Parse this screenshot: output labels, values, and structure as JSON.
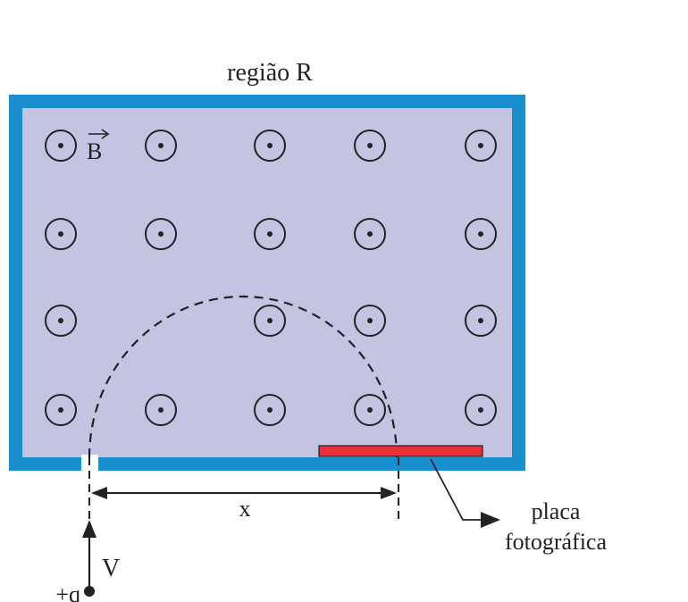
{
  "region_label": "região R",
  "field_symbol": "B",
  "distance_label": "x",
  "voltage_label": "V",
  "charge_label": "+q",
  "plate_label_line1": "placa",
  "plate_label_line2": "fotográfica",
  "colors": {
    "wall": "#1a8fd0",
    "interior": "#c5c3e2",
    "plate": "#e8303a",
    "ink": "#222222"
  },
  "field_grid": {
    "rows": 4,
    "columns": 5,
    "missing": [
      [
        2,
        1
      ]
    ]
  }
}
